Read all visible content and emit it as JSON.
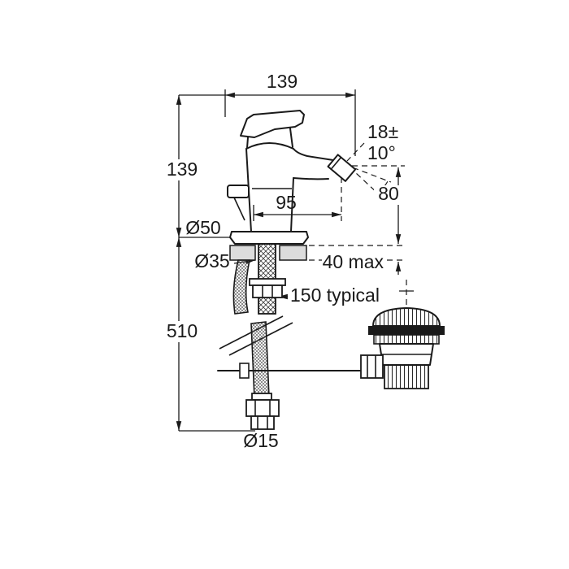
{
  "drawing": {
    "labels": {
      "top_width": "139",
      "body_height": "139",
      "angle_value": "18±",
      "angle_unit": "10°",
      "outlet_height": "80",
      "spout_reach": "95",
      "base_diameter": "Ø50",
      "hole_diameter": "Ø35",
      "deck_thickness_max": "40 max",
      "hose_length_typical": "150 typical",
      "supply_height": "510",
      "pipe_diameter": "Ø15"
    },
    "colors": {
      "line": "#1a1a1a",
      "deck_fill": "#dcdcdc",
      "background": "#ffffff"
    }
  }
}
